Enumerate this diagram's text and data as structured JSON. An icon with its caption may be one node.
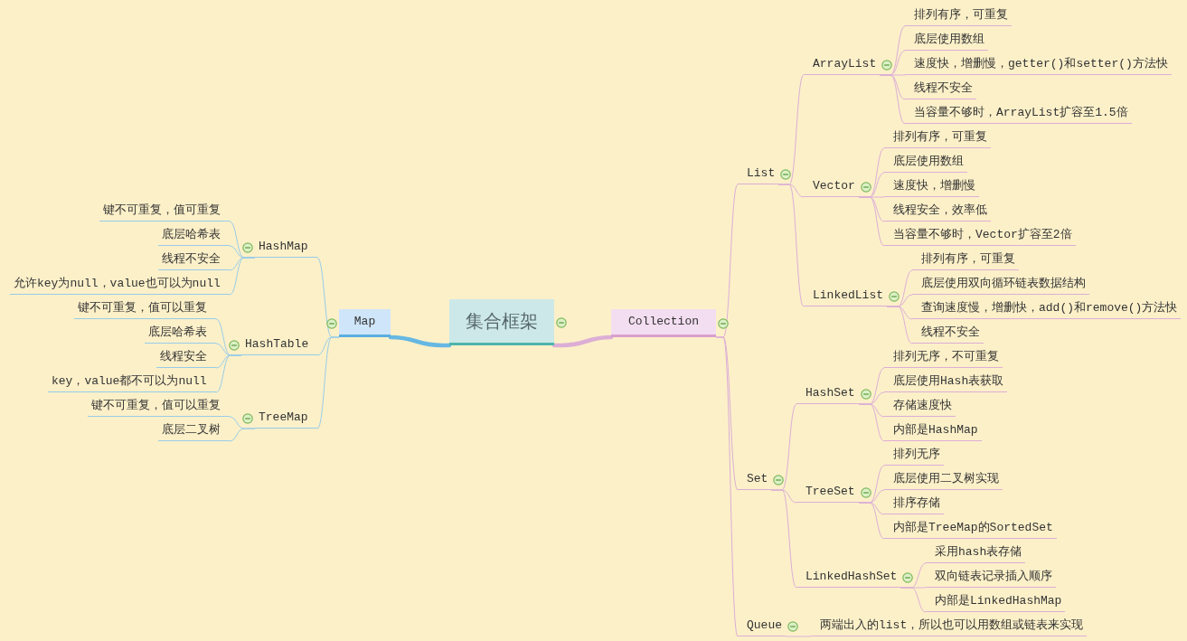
{
  "diagram": {
    "nodes": [
      {
        "text": [
          "集合框架"
        ]
      },
      {
        "text": [
          "Map"
        ]
      },
      {
        "text": [
          "HashMap"
        ]
      },
      {
        "text": [
          "键不可重复，值可重复"
        ]
      },
      {
        "text": [
          "底层哈希表"
        ]
      },
      {
        "text": [
          "线程不安全"
        ]
      },
      {
        "text": [
          "允许key为null，value也可以为null"
        ]
      },
      {
        "text": [
          "HashTable"
        ]
      },
      {
        "text": [
          "键不可重复，值可以重复"
        ]
      },
      {
        "text": [
          "底层哈希表"
        ]
      },
      {
        "text": [
          "线程安全"
        ]
      },
      {
        "text": [
          "key，value都不可以为null"
        ]
      },
      {
        "text": [
          "TreeMap"
        ]
      },
      {
        "text": [
          "键不可重复，值可以重复"
        ]
      },
      {
        "text": [
          "底层二叉树"
        ]
      },
      {
        "text": [
          "Collection"
        ]
      },
      {
        "text": [
          "List"
        ]
      },
      {
        "text": [
          "ArrayList"
        ]
      },
      {
        "text": [
          "排列有序，可重复"
        ]
      },
      {
        "text": [
          "底层使用数组"
        ]
      },
      {
        "text": [
          "速度快，增删慢，getter()和setter()方法快"
        ]
      },
      {
        "text": [
          "线程不安全"
        ]
      },
      {
        "text": [
          "当容量不够时，ArrayList扩容至1.5倍"
        ]
      },
      {
        "text": [
          "Vector"
        ]
      },
      {
        "text": [
          "排列有序，可重复"
        ]
      },
      {
        "text": [
          "底层使用数组"
        ]
      },
      {
        "text": [
          "速度快，增删慢"
        ]
      },
      {
        "text": [
          "线程安全，效率低"
        ]
      },
      {
        "text": [
          "当容量不够时，Vector扩容至2倍"
        ]
      },
      {
        "text": [
          "LinkedList"
        ]
      },
      {
        "text": [
          "排列有序，可重复"
        ]
      },
      {
        "text": [
          "底层使用双向循环链表数据结构"
        ]
      },
      {
        "text": [
          "查询速度慢，增删快，add()和remove()方法快"
        ]
      },
      {
        "text": [
          "线程不安全"
        ]
      },
      {
        "text": [
          "Set"
        ]
      },
      {
        "text": [
          "HashSet"
        ]
      },
      {
        "text": [
          "排列无序，不可重复"
        ]
      },
      {
        "text": [
          "底层使用Hash表获取"
        ]
      },
      {
        "text": [
          "存储速度快"
        ]
      },
      {
        "text": [
          "内部是HashMap"
        ]
      },
      {
        "text": [
          "TreeSet"
        ]
      },
      {
        "text": [
          "排列无序"
        ]
      },
      {
        "text": [
          "底层使用二叉树实现"
        ]
      },
      {
        "text": [
          "排序存储"
        ]
      },
      {
        "text": [
          "内部是TreeMap的SortedSet"
        ]
      },
      {
        "text": [
          "LinkedHashSet"
        ]
      },
      {
        "text": [
          "采用hash表存储"
        ]
      },
      {
        "text": [
          "双向链表记录插入顺序"
        ]
      },
      {
        "text": [
          "内部是LinkedHashMap"
        ]
      },
      {
        "text": [
          "Queue"
        ]
      },
      {
        "text": [
          "两端出入的list，所以也可以用数组或链表来实现"
        ]
      }
    ],
    "edges": [
      {
        "from": 0,
        "to": 1,
        "arrow": "none",
        "style": "thick",
        "color": "#66b8e2"
      },
      {
        "from": 1,
        "to": 2,
        "arrow": "none",
        "color": "#96cce8"
      },
      {
        "from": 2,
        "to": 3,
        "arrow": "none",
        "color": "#96cce8"
      },
      {
        "from": 2,
        "to": 4,
        "arrow": "none",
        "color": "#96cce8"
      },
      {
        "from": 2,
        "to": 5,
        "arrow": "none",
        "color": "#96cce8"
      },
      {
        "from": 2,
        "to": 6,
        "arrow": "none",
        "color": "#96cce8"
      },
      {
        "from": 1,
        "to": 7,
        "arrow": "none",
        "color": "#96cce8"
      },
      {
        "from": 7,
        "to": 8,
        "arrow": "none",
        "color": "#96cce8"
      },
      {
        "from": 7,
        "to": 9,
        "arrow": "none",
        "color": "#96cce8"
      },
      {
        "from": 7,
        "to": 10,
        "arrow": "none",
        "color": "#96cce8"
      },
      {
        "from": 7,
        "to": 11,
        "arrow": "none",
        "color": "#96cce8"
      },
      {
        "from": 1,
        "to": 12,
        "arrow": "none",
        "color": "#96cce8"
      },
      {
        "from": 12,
        "to": 13,
        "arrow": "none",
        "color": "#96cce8"
      },
      {
        "from": 12,
        "to": 14,
        "arrow": "none",
        "color": "#96cce8"
      },
      {
        "from": 0,
        "to": 15,
        "arrow": "none",
        "style": "thick"
      },
      {
        "from": 15,
        "to": 16,
        "arrow": "none"
      },
      {
        "from": 16,
        "to": 17,
        "arrow": "none"
      },
      {
        "from": 17,
        "to": 18,
        "arrow": "none"
      },
      {
        "from": 17,
        "to": 19,
        "arrow": "none"
      },
      {
        "from": 17,
        "to": 20,
        "arrow": "none"
      },
      {
        "from": 17,
        "to": 21,
        "arrow": "none"
      },
      {
        "from": 17,
        "to": 22,
        "arrow": "none"
      },
      {
        "from": 16,
        "to": 23,
        "arrow": "none"
      },
      {
        "from": 23,
        "to": 24,
        "arrow": "none"
      },
      {
        "from": 23,
        "to": 25,
        "arrow": "none"
      },
      {
        "from": 23,
        "to": 26,
        "arrow": "none"
      },
      {
        "from": 23,
        "to": 27,
        "arrow": "none"
      },
      {
        "from": 23,
        "to": 28,
        "arrow": "none"
      },
      {
        "from": 16,
        "to": 29,
        "arrow": "none"
      },
      {
        "from": 29,
        "to": 30,
        "arrow": "none"
      },
      {
        "from": 29,
        "to": 31,
        "arrow": "none"
      },
      {
        "from": 29,
        "to": 32,
        "arrow": "none"
      },
      {
        "from": 29,
        "to": 33,
        "arrow": "none"
      },
      {
        "from": 15,
        "to": 34,
        "arrow": "none"
      },
      {
        "from": 34,
        "to": 35,
        "arrow": "none"
      },
      {
        "from": 35,
        "to": 36,
        "arrow": "none"
      },
      {
        "from": 35,
        "to": 37,
        "arrow": "none"
      },
      {
        "from": 35,
        "to": 38,
        "arrow": "none"
      },
      {
        "from": 35,
        "to": 39,
        "arrow": "none"
      },
      {
        "from": 34,
        "to": 40,
        "arrow": "none"
      },
      {
        "from": 40,
        "to": 41,
        "arrow": "none"
      },
      {
        "from": 40,
        "to": 42,
        "arrow": "none"
      },
      {
        "from": 40,
        "to": 43,
        "arrow": "none"
      },
      {
        "from": 40,
        "to": 44,
        "arrow": "none"
      },
      {
        "from": 34,
        "to": 45,
        "arrow": "none"
      },
      {
        "from": 45,
        "to": 46,
        "arrow": "none"
      },
      {
        "from": 45,
        "to": 47,
        "arrow": "none"
      },
      {
        "from": 45,
        "to": 48,
        "arrow": "none"
      },
      {
        "from": 15,
        "to": 49,
        "arrow": "none"
      },
      {
        "from": 49,
        "to": 50,
        "arrow": "none"
      }
    ]
  }
}
